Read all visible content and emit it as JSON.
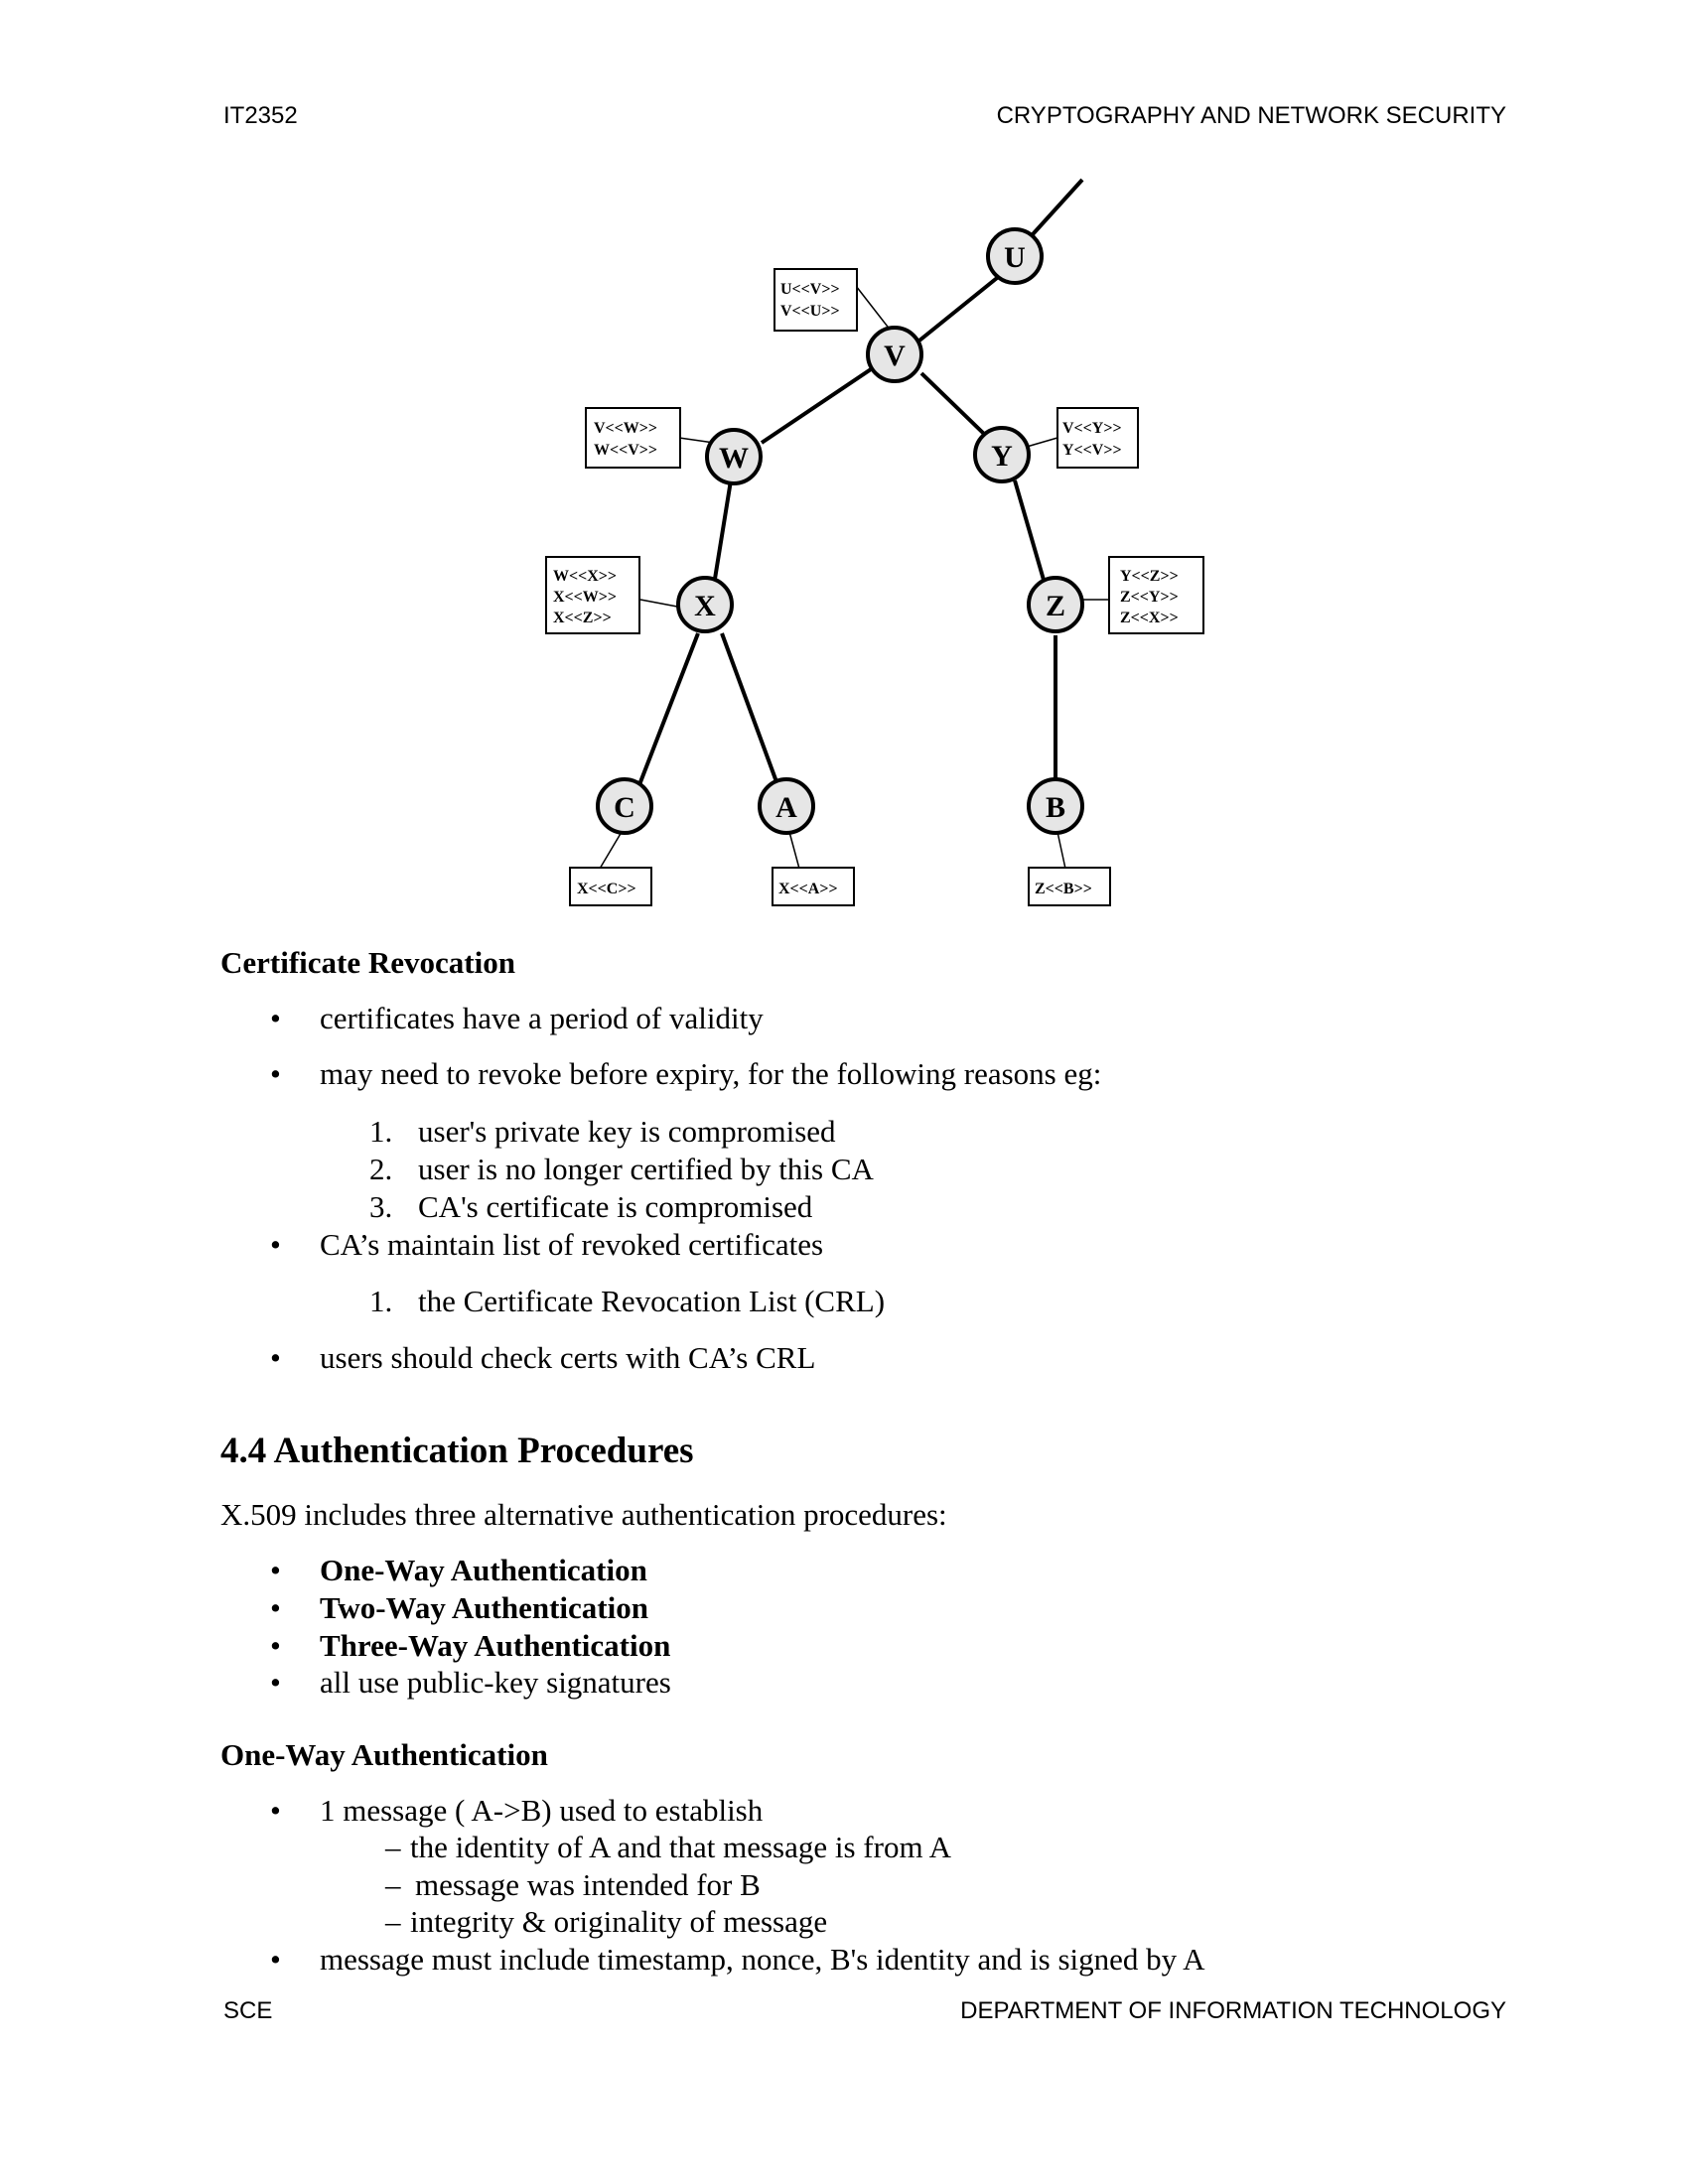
{
  "header": {
    "left": "IT2352",
    "right": "CRYPTOGRAPHY AND NETWORK SECURITY"
  },
  "footer": {
    "left": "SCE",
    "right": "DEPARTMENT OF INFORMATION TECHNOLOGY"
  },
  "diagram": {
    "nodes": [
      "U",
      "V",
      "W",
      "Y",
      "X",
      "Z",
      "C",
      "A",
      "B"
    ],
    "certs": {
      "uv": [
        "U<<V>>",
        "V<<U>>"
      ],
      "vw": [
        "V<<W>>",
        "W<<V>>"
      ],
      "vy": [
        "V<<Y>>",
        "Y<<V>>"
      ],
      "x": [
        "W<<X>>",
        "X<<W>>",
        "X<<Z>>"
      ],
      "z": [
        "Y<<Z>>",
        "Z<<Y>>",
        "Z<<X>>"
      ],
      "c": [
        "X<<C>>"
      ],
      "a": [
        "X<<A>>"
      ],
      "b": [
        "Z<<B>>"
      ]
    }
  },
  "revocation": {
    "title": "Certificate Revocation",
    "b1": "certificates have a period of validity",
    "b2": "may need to revoke before expiry, for the following reasons eg:",
    "reasons": [
      "user's private key is compromised",
      "user is no longer certified by this CA",
      "CA's certificate is compromised"
    ],
    "b3": "CA’s maintain list of revoked certificates",
    "crl": "the Certificate Revocation List (CRL)",
    "b4": "users should check certs with CA’s CRL"
  },
  "auth": {
    "heading": "4.4 Authentication Procedures",
    "intro": "X.509 includes three alternative authentication procedures:",
    "items": [
      "One-Way Authentication",
      "Two-Way Authentication",
      "Three-Way Authentication",
      "all use public-key signatures"
    ]
  },
  "oneway": {
    "title": "One-Way Authentication",
    "b1": "1 message ( A->B) used to establish",
    "subs": [
      "the identity of A and that message is from A",
      "message was intended for B",
      "integrity & originality of message"
    ],
    "b2": "message must include timestamp, nonce, B's identity and is signed by A"
  },
  "symbols": {
    "bullet": "•",
    "dash": "–",
    "n1": "1.",
    "n2": "2.",
    "n3": "3."
  }
}
